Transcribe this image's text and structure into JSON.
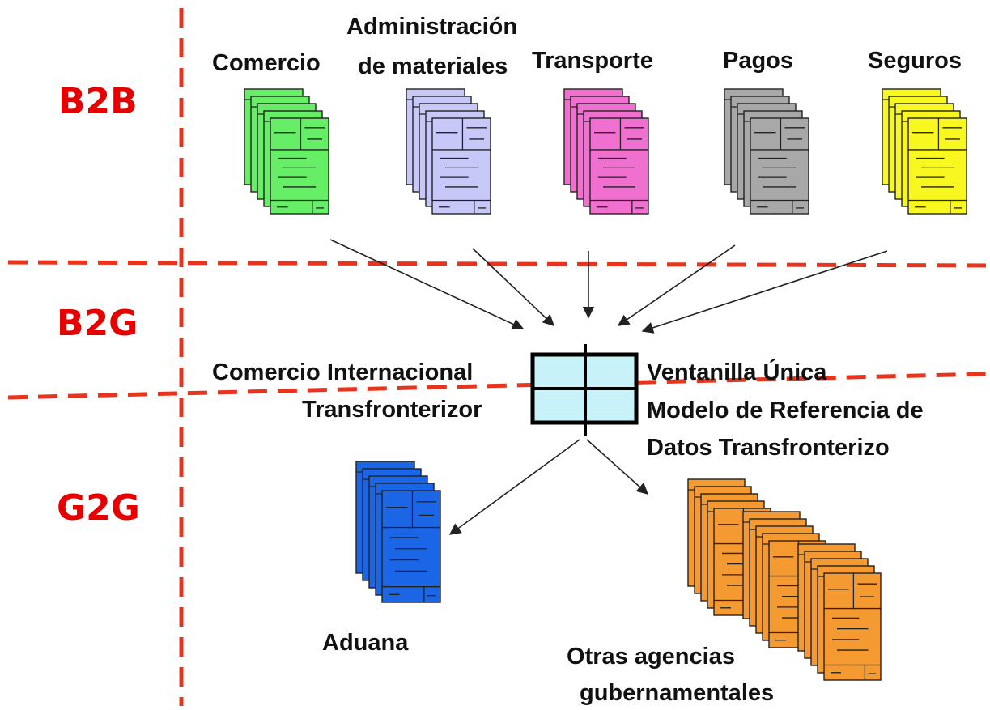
{
  "colors": {
    "zone_label": "#e60000",
    "divider": "#e8341c",
    "comercio": "#66ee66",
    "materiales": "#c8c8f8",
    "transporte": "#f070d0",
    "pagos": "#a8a8a8",
    "seguros": "#f8f820",
    "aduana": "#1a66e6",
    "otras": "#f49a30",
    "ventanilla_fill": "#c6f2f8"
  },
  "zones": {
    "b2b": "B2B",
    "b2g": "B2G",
    "g2g": "G2G"
  },
  "b2b_documents": {
    "comercio": "Comercio",
    "materiales_line1": "Administración",
    "materiales_line2": "de materiales",
    "transporte": "Transporte",
    "pagos": "Pagos",
    "seguros": "Seguros"
  },
  "hub": {
    "left_line1": "Comercio Internacional",
    "left_line2": "Transfronterizor",
    "right_line1": "Ventanilla Única",
    "right_line2": "Modelo de Referencia de",
    "right_line3": "Datos Transfronterizo"
  },
  "g2g_documents": {
    "aduana": "Aduana",
    "otras_line1": "Otras agencias",
    "otras_line2": "gubernamentales"
  }
}
